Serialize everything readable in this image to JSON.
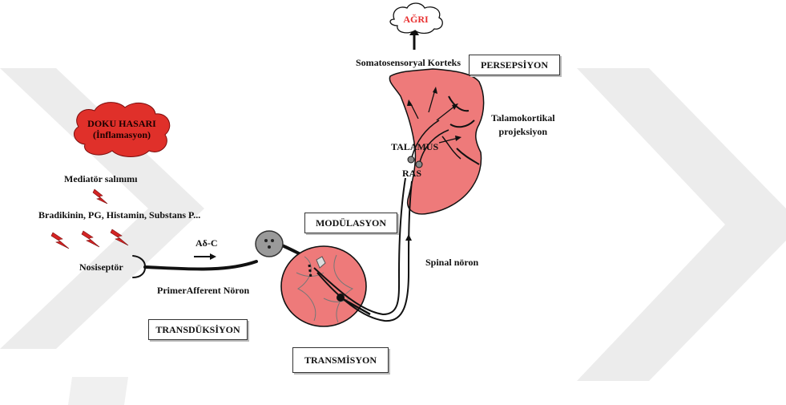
{
  "stages": {
    "perception": "PERSEPSİYON",
    "modulation": "MODÜLASYON",
    "transduction": "TRANSDÜKSİYON",
    "transmission": "TRANSMİSYON"
  },
  "pain_cloud": "AĞRI",
  "tissue_damage": {
    "line1": "DOKU HASARI",
    "line2": "(İnflamasyon)"
  },
  "labels": {
    "somatosensory_cortex": "Somatosensoryal Korteks",
    "thalamocortical_line1": "Talamokortikal",
    "thalamocortical_line2": "projeksiyon",
    "thalamus": "TALAMUS",
    "ras": "RAS",
    "mediator_release": "Mediatör salınımı",
    "mediators": "Bradikinin, PG, Histamin, Substans P...",
    "fiber_types": "Aδ-C",
    "nociceptor": "Nosiseptör",
    "primary_afferent": "PrimerAfferent Nöron",
    "spinal_neuron": "Spinal nöron"
  },
  "colors": {
    "tissue": "#ee7a7a",
    "tissue_light": "#f4a0a0",
    "cloud_red": "#e0302a",
    "pain_text": "#e83030",
    "watermark": "#e9e9e9",
    "stroke": "#111111"
  }
}
